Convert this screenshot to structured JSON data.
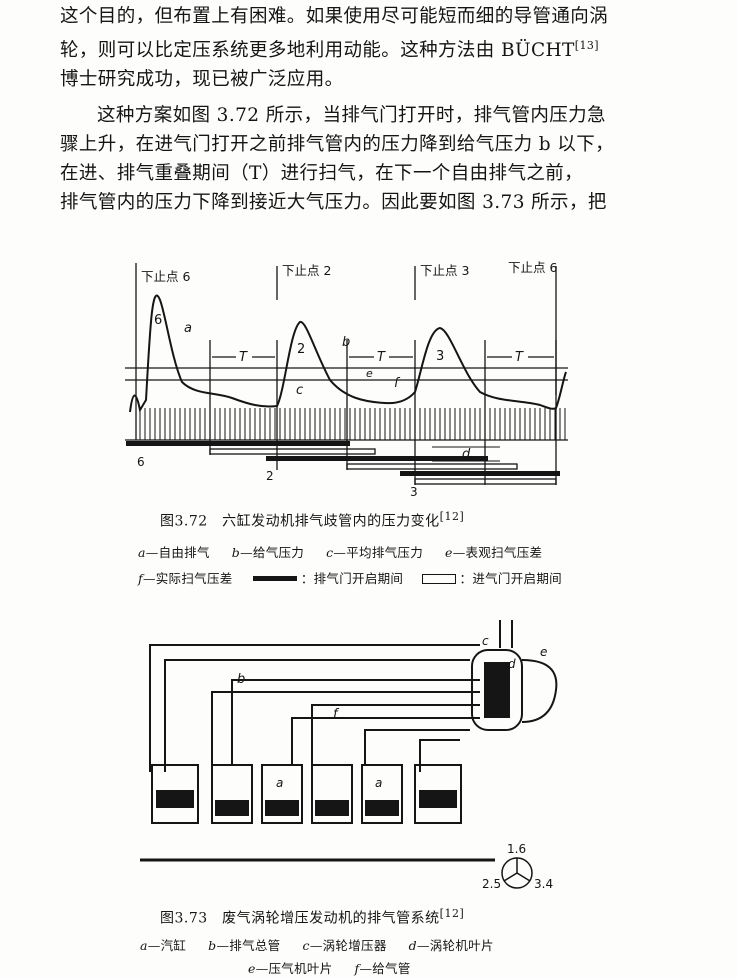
{
  "para1": {
    "l1": "这个目的，但布置上有困难。如果使用尽可能短而细的导管通向涡",
    "l2": "轮，则可以比定压系统更多地利用动能。这种方法由 BÜCHT",
    "l2_ref": "[13]",
    "l3": "博士研究成功，现已被广泛应用。"
  },
  "para2": {
    "l1": "这种方案如图 3.72 所示，当排气门打开时，排气管内压力急",
    "l2": "骤上升，在进气门打开之前排气管内的压力降到给气压力 b 以下，",
    "l3": "在进、排气重叠期间（T）进行扫气，在下一个自由排气之前，",
    "l4": "排气管内的压力下降到接近大气压力。因此要如图 3.73 所示，把"
  },
  "fig372": {
    "bdc_labels": [
      "下止点 6",
      "下止点 2",
      "下止点 3",
      "下止点 6"
    ],
    "peak_labels": [
      "6",
      "2",
      "3"
    ],
    "letters": {
      "a": "a",
      "b": "b",
      "c": "c",
      "e": "e",
      "f": "f",
      "d": "d"
    },
    "T_label": "T",
    "bar_labels": [
      "6",
      "2",
      "3"
    ],
    "caption": "图3.72　六缸发动机排气歧管内的压力变化",
    "caption_ref": "[12]",
    "legend1": [
      {
        "sym": "a",
        "text": "—自由排气"
      },
      {
        "sym": "b",
        "text": "—给气压力"
      },
      {
        "sym": "c",
        "text": "—平均排气压力"
      },
      {
        "sym": "e",
        "text": "—表观扫气压差"
      }
    ],
    "legend2": {
      "f": "f",
      "f_text": "—实际扫气压差",
      "exhaust_text": "：排气门开启期间",
      "intake_text": "：进气门开启期间"
    }
  },
  "fig373": {
    "letters": {
      "a": "a",
      "b": "b",
      "c": "c",
      "d": "d",
      "e": "e",
      "f": "f"
    },
    "firing": {
      "top": "1.6",
      "left": "2.5",
      "right": "3.4"
    },
    "caption": "图3.73　废气涡轮增压发动机的排气管系统",
    "caption_ref": "[12]",
    "legend1": [
      {
        "sym": "a",
        "text": "—汽缸"
      },
      {
        "sym": "b",
        "text": "—排气总管"
      },
      {
        "sym": "c",
        "text": "—涡轮增压器"
      },
      {
        "sym": "d",
        "text": "—涡轮机叶片"
      }
    ],
    "legend2": [
      {
        "sym": "e",
        "text": "—压气机叶片"
      },
      {
        "sym": "f",
        "text": "—给气管"
      }
    ]
  }
}
